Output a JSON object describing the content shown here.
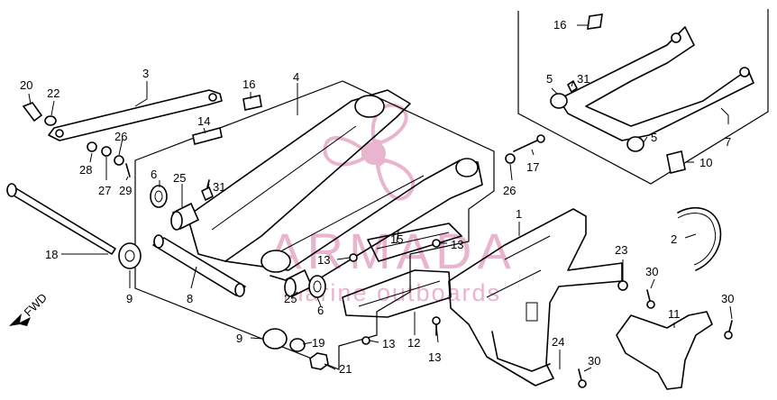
{
  "watermark": {
    "brand": "ARMADA",
    "tagline": "marine outboards",
    "color": "#e6a8c6"
  },
  "direction_label": "FWD",
  "callouts": {
    "c20": "20",
    "c22": "22",
    "c3": "3",
    "c16a": "16",
    "c4": "4",
    "c14": "14",
    "c26a": "26",
    "c28": "28",
    "c27": "27",
    "c29": "29",
    "c6a": "6",
    "c25a": "25",
    "c31a": "31",
    "c18": "18",
    "c9a": "9",
    "c8": "8",
    "c15": "15",
    "c13a": "13",
    "c13b": "13",
    "c25b": "25",
    "c6b": "6",
    "c12": "12",
    "c13c": "13",
    "c13d": "13",
    "c9b": "9",
    "c19": "19",
    "c21": "21",
    "c16b": "16",
    "c5a": "5",
    "c31b": "31",
    "c5b": "5",
    "c7": "7",
    "c10": "10",
    "c17": "17",
    "c26b": "26",
    "c1": "1",
    "c2": "2",
    "c23": "23",
    "c30a": "30",
    "c30b": "30",
    "c11": "11",
    "c24": "24",
    "c30c": "30"
  }
}
